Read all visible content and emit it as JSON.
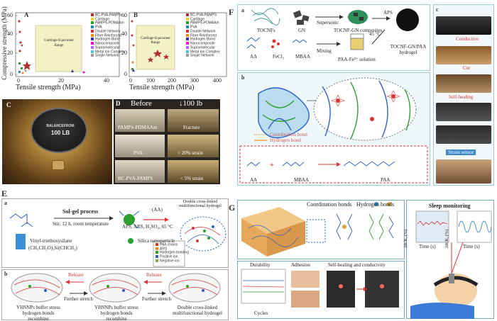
{
  "panelA": {
    "label": "A",
    "ylabel": "Compressive strength (MPa)",
    "xlabel": "Tensile strength (MPa)",
    "yticks": [
      "0",
      "20",
      "40",
      "60"
    ],
    "xticks": [
      "0",
      "20",
      "40"
    ],
    "region": "Cartilage-Equivalent Range"
  },
  "panelB": {
    "label": "B",
    "yticks": [
      "0",
      "20",
      "40",
      "60"
    ],
    "xticks": [
      "0",
      "100",
      "200",
      "300",
      "400"
    ],
    "xlabel": "Tensile strength (MPa)",
    "region": "Cartilage-Equivalent Range"
  },
  "legend": [
    "BC-PVA-PAMPS",
    "Cartilage",
    "PAMPS-PDMAAm",
    "PVA",
    "Double Network",
    "Fiber Reinforced",
    "Hydrogen Bond",
    "Nanocomposite",
    "Supramolecular",
    "Metal Ion Complex",
    "Single Network"
  ],
  "panelC": {
    "label": "C",
    "text1": "BALANCEFROM",
    "text2": "100 LB"
  },
  "panelD": {
    "label": "D",
    "before": "Before",
    "weight": "100 lb",
    "row1": "PAMPS-PDMAAm",
    "row1b": "Fracture",
    "row2": "PVA",
    "row2b": "> 20% strain",
    "row3": "BC-PVA-PAMPS",
    "row3b": "< 5% strain"
  },
  "panelF": {
    "label": "F",
    "a": "a",
    "b": "b",
    "c": "c",
    "tocnfs": "TOCNFs",
    "gn": "GN",
    "supersonic": "Supersonic",
    "composites": "TOCNF-GN composites",
    "aps": "APS",
    "temp": "45 °C",
    "aa": "AA",
    "fecl3": "FeCl₃",
    "mbaa": "MBAA",
    "mixing": "Mixing",
    "solution": "PAA-Fe³⁺ solution",
    "hydrogel": "TOCNF-GN/PAA hydrogel",
    "coord": "Coordination bond",
    "hbond": "Hydrogen bond",
    "aa2": "AA",
    "mbaa2": "MBAA",
    "paa": "PAA",
    "conductive": "Conductive",
    "cut": "Cut",
    "selfheal": "Self-healing",
    "strain": "Strain sensor"
  },
  "panelE": {
    "label": "E",
    "a": "a",
    "b": "b",
    "solgel": "Sol-gel process",
    "stir": "Stir, 12 h, room temperature",
    "aa": "(AA)",
    "cond": "APS, ARS, H₂SO₄, 65 °C",
    "hydrogel": "Double cross-linked multifunctional hydrogel",
    "vinyl": "Vinyl-triethoxysilane",
    "formula": "(CH₃CH₂O)₃Si(CHCH₂)",
    "silica": "Silica nanoparticle",
    "legend": [
      "PAA chains",
      "ARS",
      "Hydrogen bonding",
      "Positive ion",
      "Negative ion"
    ],
    "release1": "Release",
    "release2": "Release",
    "further1": "Further stretch",
    "further2": "Further stretch",
    "cap1": "VHSNPs buffer stress hydrogen bonds recombine",
    "cap2": "VHSNPs buffer stress hydrogen bonds recombine",
    "cap3": "Double cross-linked multifunctional hydrogel"
  },
  "panelG": {
    "label": "G",
    "coord": "Coordination bonds",
    "hbond": "Hydrogen bonds",
    "sleep": "Sleep monitoring",
    "ylabel": "ΔR/R₀ (%)",
    "xlabel1": "Time (s)",
    "xlabel2": "Time (s)",
    "durability": "Durability",
    "adhesion": "Adhesion",
    "selfheal": "Self-healing and conducivity",
    "cycles": "Cycles"
  },
  "colors": {
    "border": "#9aa3a8",
    "region": "#f4f1c7",
    "red": "#d93a3a",
    "blue": "#2a62c9",
    "green": "#2ca02c"
  }
}
